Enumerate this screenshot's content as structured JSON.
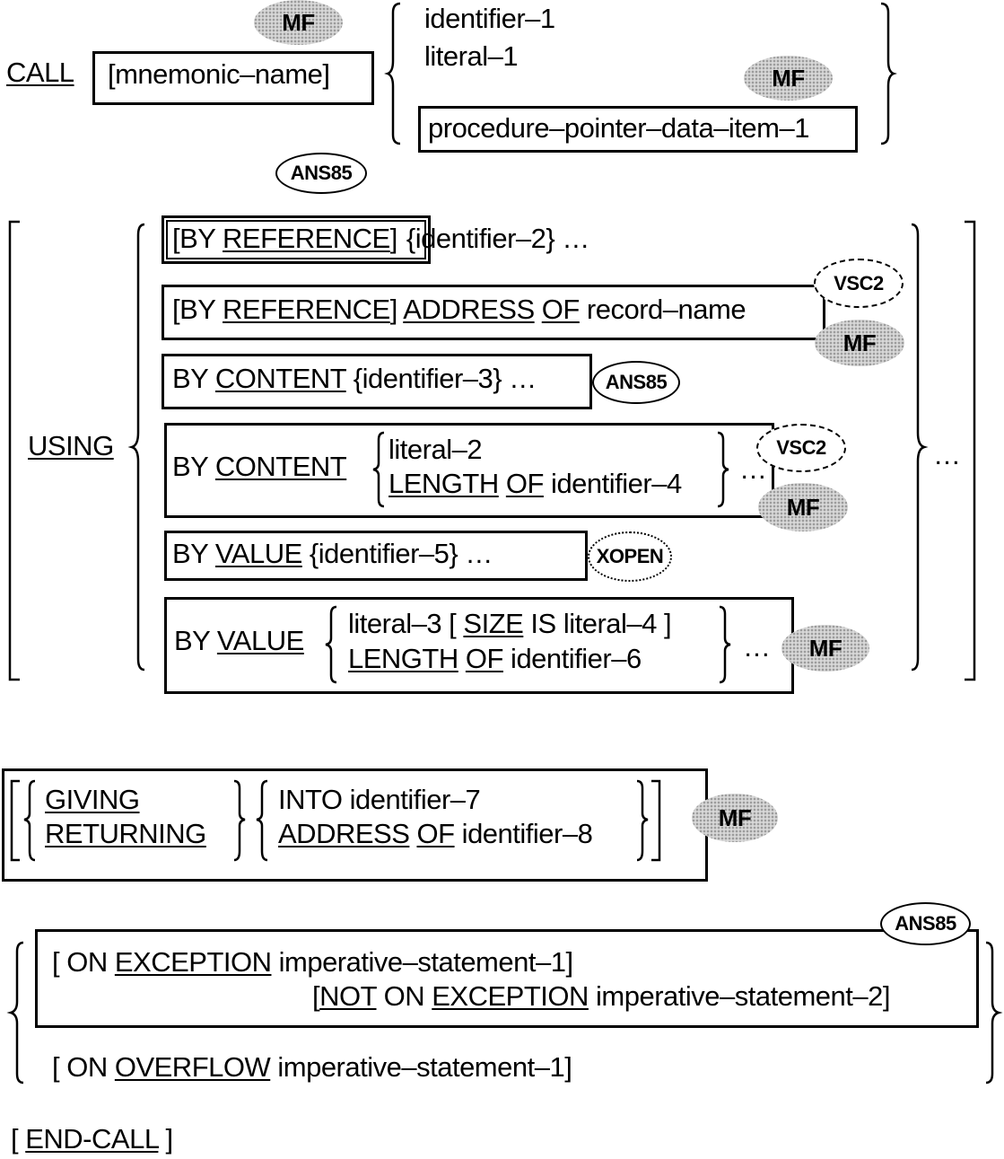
{
  "call": {
    "keyword": "CALL",
    "mnemonic": "[mnemonic–name]"
  },
  "target": {
    "id1": "identifier–1",
    "lit1": "literal–1",
    "ptr": "procedure–pointer–data–item–1"
  },
  "using": {
    "keyword": "USING",
    "r1": {
      "a": "[BY ",
      "b": "REFERENCE",
      "c": "]",
      "d": "{identifier–2}",
      "e": " …"
    },
    "r2": {
      "a": "[BY ",
      "b": "REFERENCE",
      "c": "] ",
      "d": "ADDRESS",
      "e": " ",
      "f": "OF",
      "g": " record–name"
    },
    "r3": {
      "a": "BY ",
      "b": "CONTENT",
      "c": " {identifier–3} …"
    },
    "r4": {
      "a": "BY ",
      "b": "CONTENT",
      "l1": "literal–2",
      "l2a": "LENGTH",
      "l2b": " ",
      "l2c": "OF",
      "l2d": " identifier–4",
      "dots": "…"
    },
    "r5": {
      "a": "BY ",
      "b": "VALUE",
      "c": " {identifier–5} …"
    },
    "r6": {
      "a": "BY ",
      "b": "VALUE",
      "l1a": "literal–3 [ ",
      "l1b": "SIZE",
      "l1c": " IS literal–4 ]",
      "l2a": "LENGTH",
      "l2b": " ",
      "l2c": "OF",
      "l2d": " identifier–6",
      "dots": "…"
    },
    "outer_dots": "…"
  },
  "giving": {
    "g": "GIVING",
    "r": "RETURNING",
    "i1": "INTO identifier–7",
    "i2a": "ADDRESS",
    "i2b": " ",
    "i2c": "OF",
    "i2d": " identifier–8"
  },
  "exception": {
    "l1a": "[ ON ",
    "l1b": "EXCEPTION",
    "l1c": " imperative–statement–1]",
    "l2a": "[",
    "l2b": "NOT",
    "l2c": " ON ",
    "l2d": "EXCEPTION",
    "l2e": " imperative–statement–2]",
    "l3a": "[ ON ",
    "l3b": "OVERFLOW",
    "l3c": " imperative–statement–1]"
  },
  "endcall": {
    "a": "[ ",
    "b": "END-CALL",
    "c": " ]"
  },
  "badges": {
    "mf": "MF",
    "ans85": "ANS85",
    "vsc2": "VSC2",
    "xopen": "XOPEN"
  }
}
